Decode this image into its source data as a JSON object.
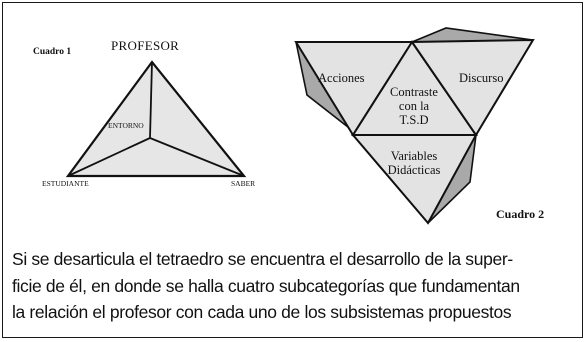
{
  "cuadro1": {
    "label": "Cuadro 1",
    "vertex_top": "PROFESOR",
    "center": "ENTORNO",
    "vertex_left": "ESTUDIANTE",
    "vertex_right": "SABER"
  },
  "cuadro2": {
    "label": "Cuadro 2",
    "face_left": "Acciones",
    "face_right": "Discurso",
    "face_center_lines": [
      "Contraste",
      "con la",
      "T.S.D"
    ],
    "face_bottom_lines": [
      "Variables",
      "Didácticas"
    ]
  },
  "caption": {
    "lines": [
      "Si se desarticula el tetraedro se encuentra el desarrollo de la super-",
      "ficie de él, en donde se halla cuatro subcategorías que fundamentan",
      "la relación el profesor con cada uno de los subsistemas propuestos"
    ]
  },
  "colors": {
    "face_fill": "#e3e3e3",
    "flap_fill": "#a9a9a9",
    "stroke": "#111111",
    "background": "#ffffff"
  }
}
